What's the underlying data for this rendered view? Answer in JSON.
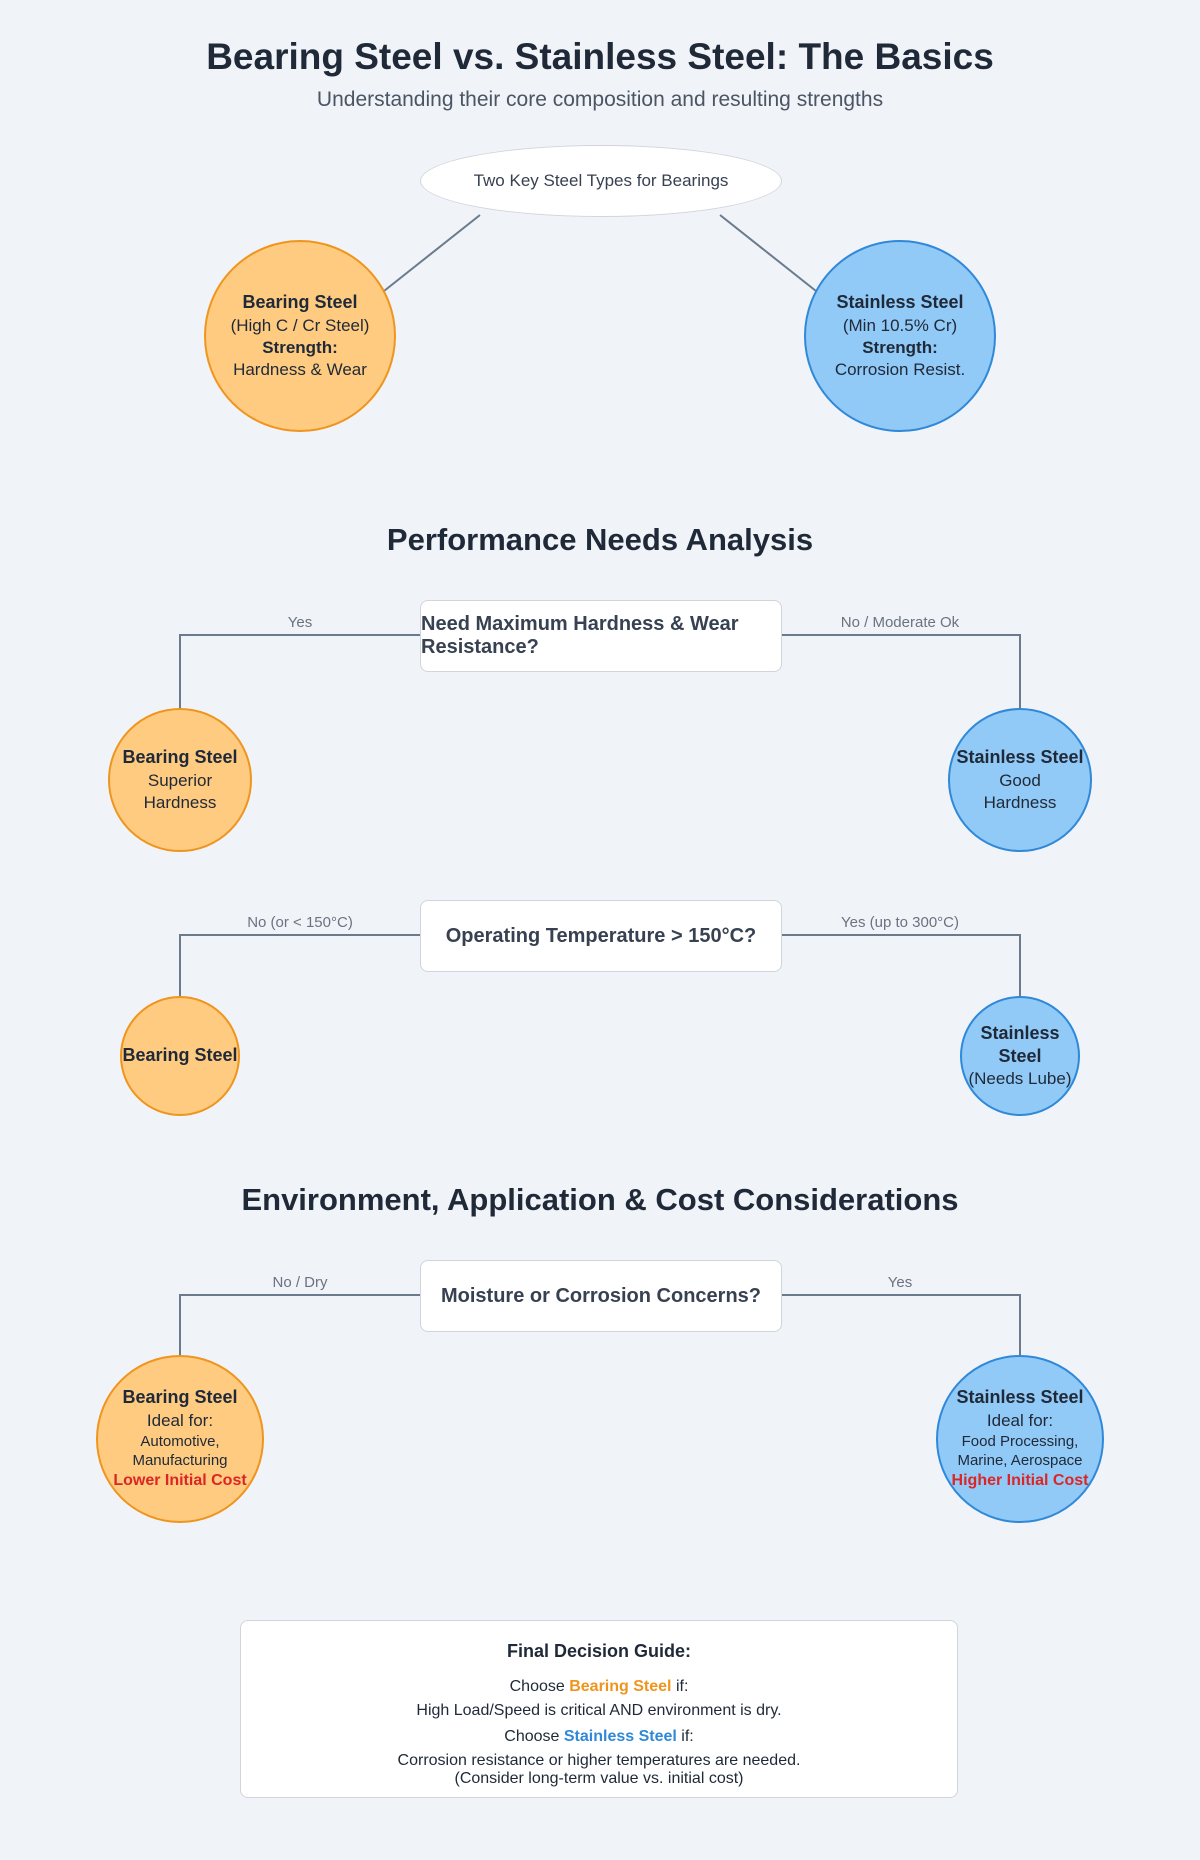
{
  "title": "Bearing Steel vs. Stainless Steel: The Basics",
  "subtitle": "Understanding their core composition and resulting strengths",
  "basics": {
    "root": "Two Key Steel Types for Bearings",
    "left": {
      "title": "Bearing Steel",
      "sub": "(High C / Cr Steel)",
      "strength_label": "Strength:",
      "strength": "Hardness & Wear"
    },
    "right": {
      "title": "Stainless Steel",
      "sub": "(Min 10.5% Cr)",
      "strength_label": "Strength:",
      "strength": "Corrosion Resist."
    }
  },
  "sections": {
    "performance": "Performance Needs Analysis",
    "environment": "Environment, Application & Cost Considerations"
  },
  "q1": {
    "question": "Need Maximum Hardness & Wear Resistance?",
    "left_edge": "Yes",
    "right_edge": "No / Moderate Ok",
    "left": {
      "title": "Bearing Steel",
      "line1": "Superior",
      "line2": "Hardness"
    },
    "right": {
      "title": "Stainless Steel",
      "line1": "Good",
      "line2": "Hardness"
    }
  },
  "q2": {
    "question": "Operating Temperature > 150°C?",
    "left_edge": "No (or < 150°C)",
    "right_edge": "Yes (up to 300°C)",
    "left": {
      "title": "Bearing Steel"
    },
    "right": {
      "title": "Stainless Steel",
      "line1": "(Needs Lube)"
    }
  },
  "q3": {
    "question": "Moisture or Corrosion Concerns?",
    "left_edge": "No / Dry",
    "right_edge": "Yes",
    "left": {
      "title": "Bearing Steel",
      "ideal": "Ideal for:",
      "apps1": "Automotive,",
      "apps2": "Manufacturing",
      "cost": "Lower Initial Cost"
    },
    "right": {
      "title": "Stainless Steel",
      "ideal": "Ideal for:",
      "apps1": "Food Processing,",
      "apps2": "Marine, Aerospace",
      "cost": "Higher Initial Cost"
    }
  },
  "final": {
    "title": "Final Decision Guide:",
    "choose": "Choose",
    "if": "if:",
    "bearing": "Bearing Steel",
    "bearing_reason": "High Load/Speed is critical AND environment is dry.",
    "stainless": "Stainless Steel",
    "stainless_reason": "Corrosion resistance or higher temperatures are needed.",
    "note": "(Consider long-term value vs. initial cost)"
  },
  "colors": {
    "orange": "#ef951e",
    "blue": "#2f88d8",
    "red": "#dc2626",
    "line": "#6b7a8c"
  }
}
